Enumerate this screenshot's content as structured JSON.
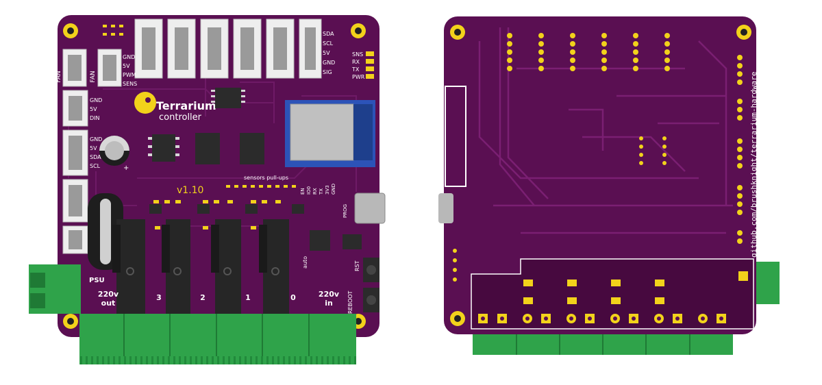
{
  "colors": {
    "background": "#ffffff",
    "pcb": "#5a0f52",
    "pcb_dark": "#47093f",
    "trace": "#6e1a66",
    "silkscreen": "#ffffff",
    "gold": "#f2d21b",
    "terminal_green": "#2fa34a",
    "terminal_green_dark": "#1f7a35",
    "relay_black": "#262626",
    "connector_white": "#eeeeee",
    "esp_module_blue": "#2c53b8"
  },
  "front": {
    "logo": {
      "line1": "Terrarium",
      "line2": "controller"
    },
    "version": "v1.10",
    "pullups_label": "sensors pull-ups",
    "fan_label": "FAN",
    "fan_pins": [
      "GND",
      "5V",
      "PWM",
      "SENS"
    ],
    "ws_pins": [
      "GND",
      "5V",
      "DIN"
    ],
    "i2c_pins": [
      "GND",
      "5V",
      "SDA",
      "SCL"
    ],
    "top_conn_pins": [
      "SDA",
      "SCL",
      "5V",
      "GND",
      "SIG"
    ],
    "leds": [
      "SNS",
      "RX",
      "TX",
      "PWR"
    ],
    "esp_pins": [
      "EN",
      "IO0",
      "RX",
      "TX",
      "3V3",
      "GND"
    ],
    "psu_label": "PSU",
    "prog_label": "PROG",
    "auto_label": "auto",
    "rst_label": "RST",
    "reboot_label": "REBOOT",
    "cap_plus": "+",
    "terminals": [
      {
        "line1": "220v",
        "line2": "out"
      },
      {
        "line1": "3",
        "line2": ""
      },
      {
        "line1": "2",
        "line2": ""
      },
      {
        "line1": "1",
        "line2": ""
      },
      {
        "line1": "0",
        "line2": ""
      },
      {
        "line1": "220v",
        "line2": "in"
      }
    ]
  },
  "back": {
    "github": "github.com/brushknight/terrarium-hardware"
  }
}
